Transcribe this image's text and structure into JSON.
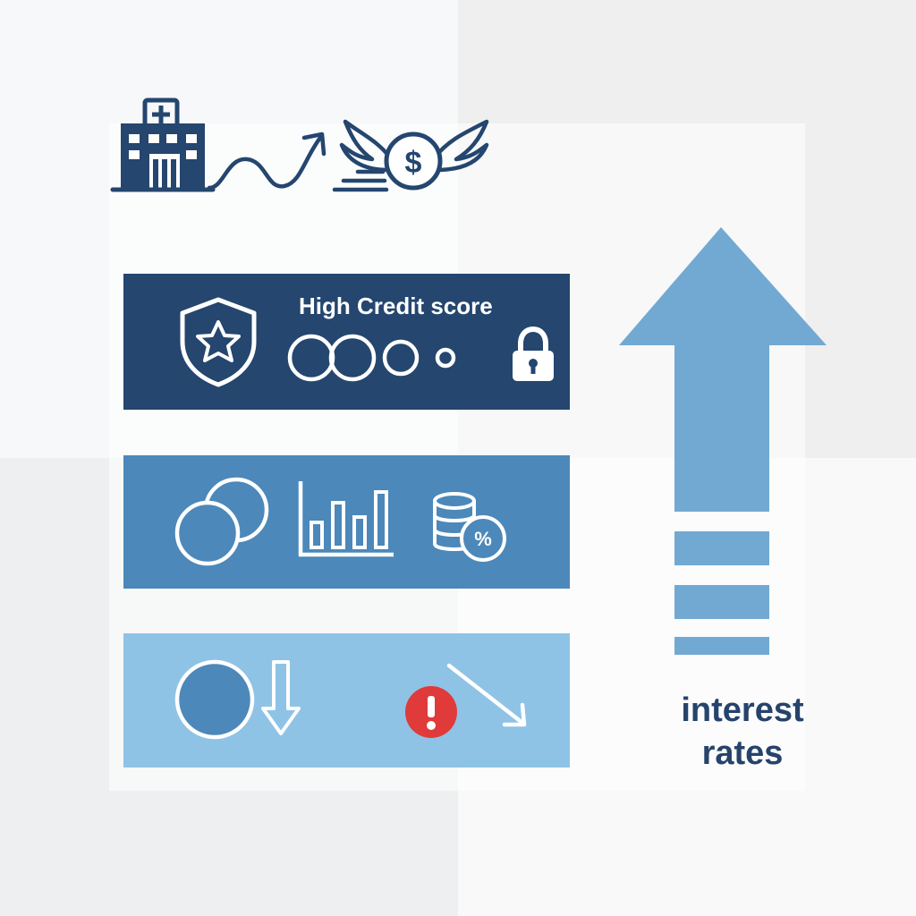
{
  "band_top": {
    "title": "High Credit score"
  },
  "arrow_label": {
    "line1": "interest",
    "line2": "rates"
  },
  "colors": {
    "navy": "#24466f",
    "mid_blue": "#4c88ba",
    "light_blue": "#8ec3e6",
    "arrow_blue": "#72a9d3",
    "alert_red": "#e03a3a",
    "label_text": "#26436b"
  },
  "icons": [
    "hospital-icon",
    "rising-wave-arrow-icon",
    "flying-money-icon",
    "shield-star-icon",
    "circles-row-icon",
    "lock-icon",
    "overlapping-circles-icon",
    "bar-chart-icon",
    "coins-percent-icon",
    "circle-icon",
    "down-arrow-icon",
    "alert-icon",
    "falling-arrow-icon",
    "up-arrow-icon"
  ]
}
